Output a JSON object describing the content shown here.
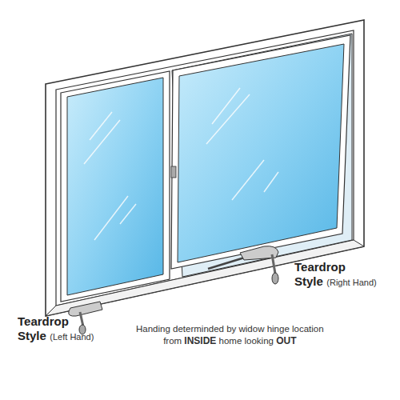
{
  "diagram": {
    "labels": [
      "Teardrop",
      "Style",
      "(Right Hand)",
      "Teardrop",
      "Style",
      "(Left Hand)",
      "Handing determinded by widow hinge location",
      "from",
      "INSIDE",
      "home looking",
      "OUT"
    ]
  }
}
